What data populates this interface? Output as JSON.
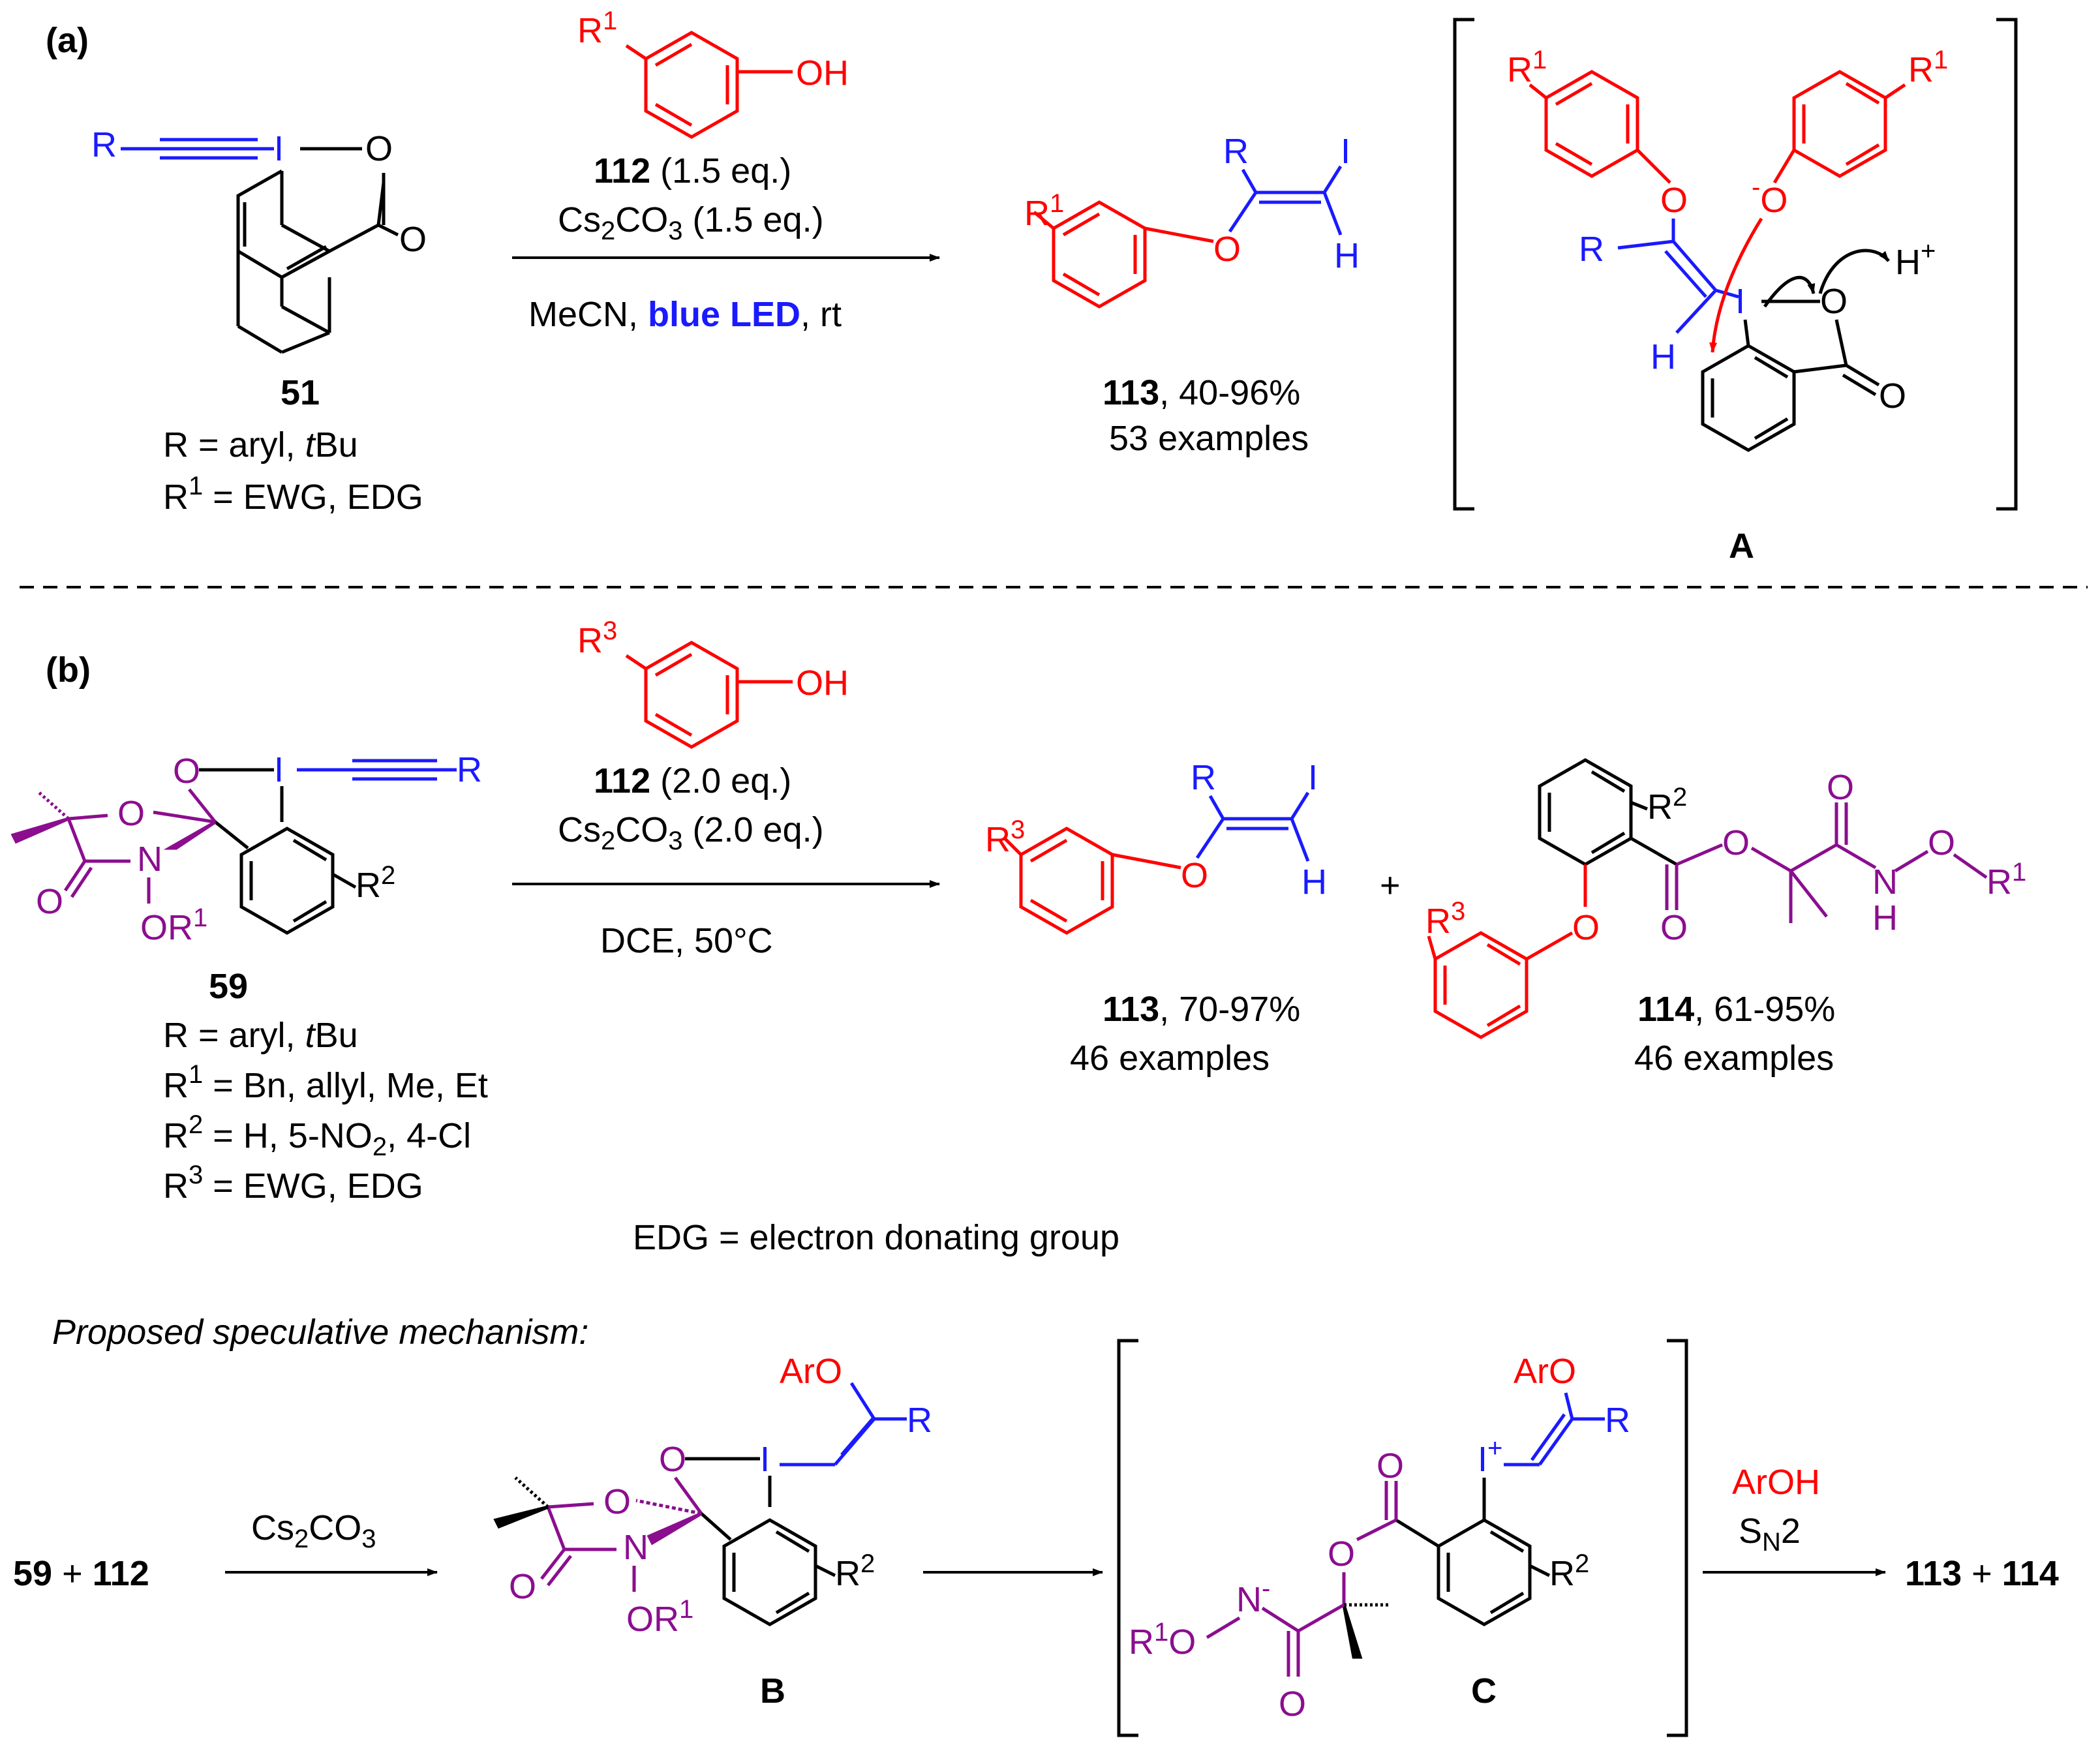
{
  "colors": {
    "blue": "#1a1aff",
    "red": "#ff0000",
    "purple": "#8b0e8f",
    "black": "#000000",
    "bold_blue": "#1a1aff"
  },
  "a": {
    "panel": "(a)",
    "reagent_compound": "112",
    "reagent_eq": " (1.5 eq.)",
    "base_prefix": "Cs",
    "base_sub1": "2",
    "base_mid": "CO",
    "base_sub2": "3",
    "base_eq": " (1.5 eq.)",
    "cond_solvent": "MeCN, ",
    "cond_light": "blue LED",
    "cond_temp": ", rt",
    "sm_label": "51",
    "sm_r": "R = aryl, ",
    "sm_r_tbu_t": "t",
    "sm_r_tbu": "Bu",
    "sm_r1_pre": "R",
    "sm_r1_sup": "1",
    "sm_r1_post": " = EWG, EDG",
    "product_label": "113",
    "product_yield": ", 40-96%",
    "product_examples": "53 examples",
    "intermediate_label": "A",
    "atoms": {
      "R": "R",
      "I": "I",
      "O": "O",
      "OH": "OH",
      "H": "H",
      "R1": "R",
      "sup1": "1",
      "Hplus": "H",
      "plus": "+",
      "Ominus": "O",
      "minus": "-"
    }
  },
  "b": {
    "panel": "(b)",
    "reagent_compound": "112",
    "reagent_eq": " (2.0 eq.)",
    "base_prefix": "Cs",
    "base_sub1": "2",
    "base_mid": "CO",
    "base_sub2": "3",
    "base_eq": " (2.0 eq.)",
    "cond": "DCE, 50°C",
    "sm_label": "59",
    "sm_r": "R = aryl, ",
    "sm_r_tbu_t": "t",
    "sm_r_tbu": "Bu",
    "sm_r1_pre": "R",
    "sm_r1_sup": "1",
    "sm_r1_post": " = Bn, allyl, Me, Et",
    "sm_r2_pre": "R",
    "sm_r2_sup": "2",
    "sm_r2_mid": " = H, 5-NO",
    "sm_r2_sub": "2",
    "sm_r2_post": ", 4-Cl",
    "sm_r3_pre": "R",
    "sm_r3_sup": "3",
    "sm_r3_post": " = EWG, EDG",
    "plus": "+",
    "product1_label": "113",
    "product1_yield": ", 70-97%",
    "product1_examples": "46 examples",
    "product2_label": "114",
    "product2_yield": ", 61-95%",
    "product2_examples": "46 examples",
    "edg_note": "EDG = electron donating group",
    "atoms": {
      "O": "O",
      "N": "N",
      "I": "I",
      "R": "R",
      "OR": "OR",
      "H": "H",
      "OH": "OH",
      "sup1": "1",
      "sup2": "2",
      "sup3": "3"
    }
  },
  "mechanism": {
    "title": "Proposed speculative mechanism:",
    "start_59": "59",
    "start_plus": " + ",
    "start_112": "112",
    "step1_prefix": "Cs",
    "step1_sub1": "2",
    "step1_mid": "CO",
    "step1_sub2": "3",
    "step2_reagent": "ArOH",
    "step2_type_pre": "S",
    "step2_type_sub": "N",
    "step2_type_post": "2",
    "end_113": "113",
    "end_plus": " + ",
    "end_114": "114",
    "int_B": "B",
    "int_C": "C",
    "atoms": {
      "ArO": "ArO",
      "R": "R",
      "I": "I",
      "Iplus": "+",
      "O": "O",
      "N": "N",
      "Nminus": "-",
      "OR": "OR",
      "R1O": "R",
      "sup1": "1",
      "sup2": "2"
    }
  }
}
